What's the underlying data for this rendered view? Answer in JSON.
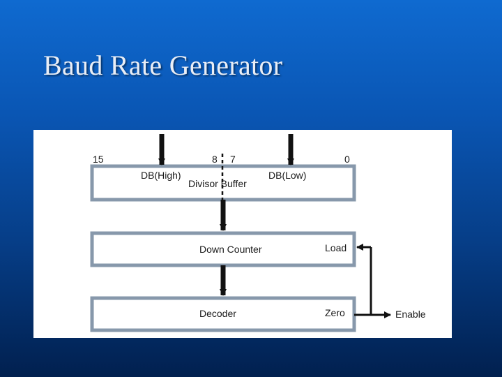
{
  "slide": {
    "title": "Baud Rate Generator"
  },
  "diagram": {
    "divisor_buffer": {
      "bit_15": "15",
      "bit_8": "8",
      "bit_7": "7",
      "bit_0": "0",
      "db_high": "DB(High)",
      "db_low": "DB(Low)",
      "label": "Divisor Buffer"
    },
    "down_counter": {
      "label": "Down Counter",
      "load": "Load"
    },
    "decoder": {
      "label": "Decoder",
      "zero": "Zero"
    },
    "enable": "Enable"
  },
  "colors": {
    "block_border": "#8798ab",
    "arrow": "#111111"
  }
}
